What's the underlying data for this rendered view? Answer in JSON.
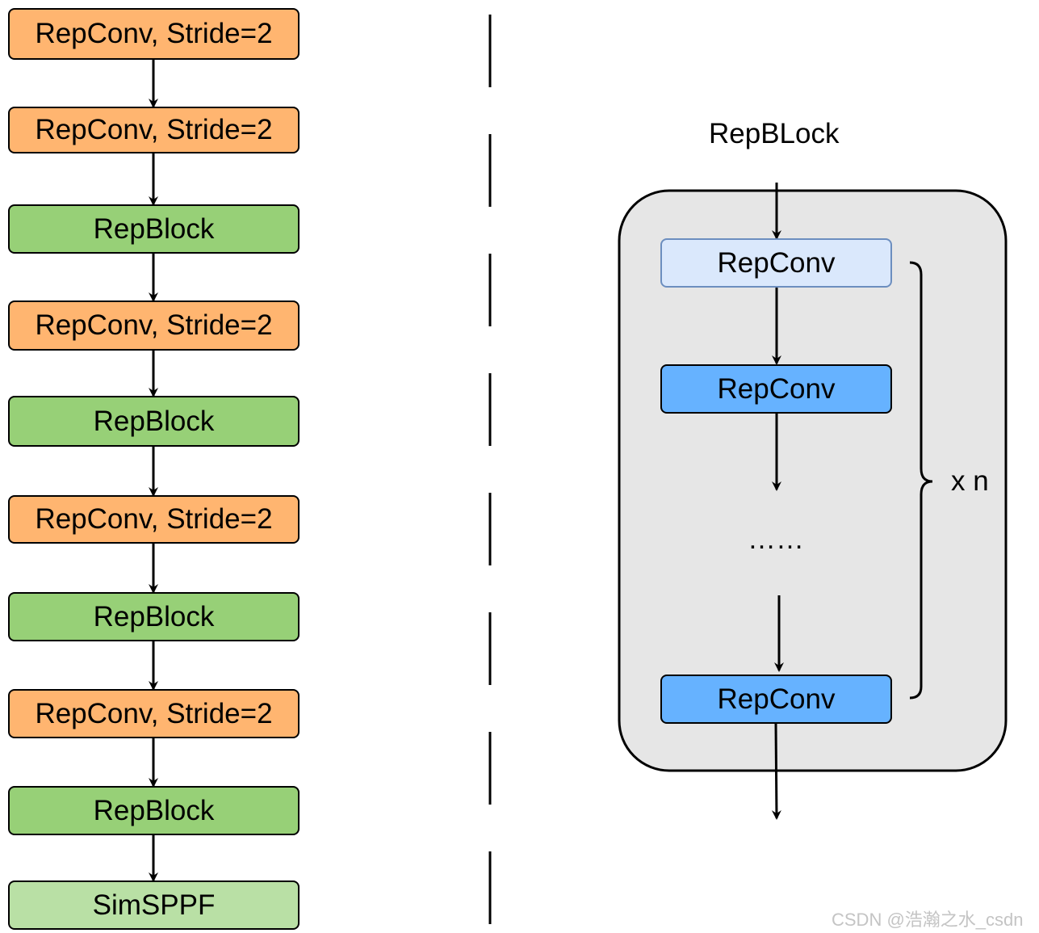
{
  "backbone": {
    "stages": [
      {
        "label": "RepConv, Stride=2",
        "kind": "repconv-stride"
      },
      {
        "label": "RepConv, Stride=2",
        "kind": "repconv-stride"
      },
      {
        "label": "RepBlock",
        "kind": "repblock"
      },
      {
        "label": "RepConv, Stride=2",
        "kind": "repconv-stride"
      },
      {
        "label": "RepBlock",
        "kind": "repblock"
      },
      {
        "label": "RepConv, Stride=2",
        "kind": "repconv-stride"
      },
      {
        "label": "RepBlock",
        "kind": "repblock"
      },
      {
        "label": "RepConv, Stride=2",
        "kind": "repconv-stride"
      },
      {
        "label": "RepBlock",
        "kind": "repblock"
      },
      {
        "label": "SimSPPF",
        "kind": "simsppf"
      }
    ]
  },
  "repblock_detail": {
    "title": "RepBLock",
    "first_conv": "RepConv",
    "second_conv": "RepConv",
    "ellipsis": "……",
    "last_conv": "RepConv",
    "repeat_label": "x n"
  },
  "watermark": "CSDN @浩瀚之水_csdn",
  "colors": {
    "repconv_stride": "#ffb570",
    "repblock": "#97d077",
    "simsppf": "#b9e0a5",
    "repconv_first": "#dae8fc",
    "repconv": "#66b2ff",
    "container": "#e6e6e6"
  }
}
